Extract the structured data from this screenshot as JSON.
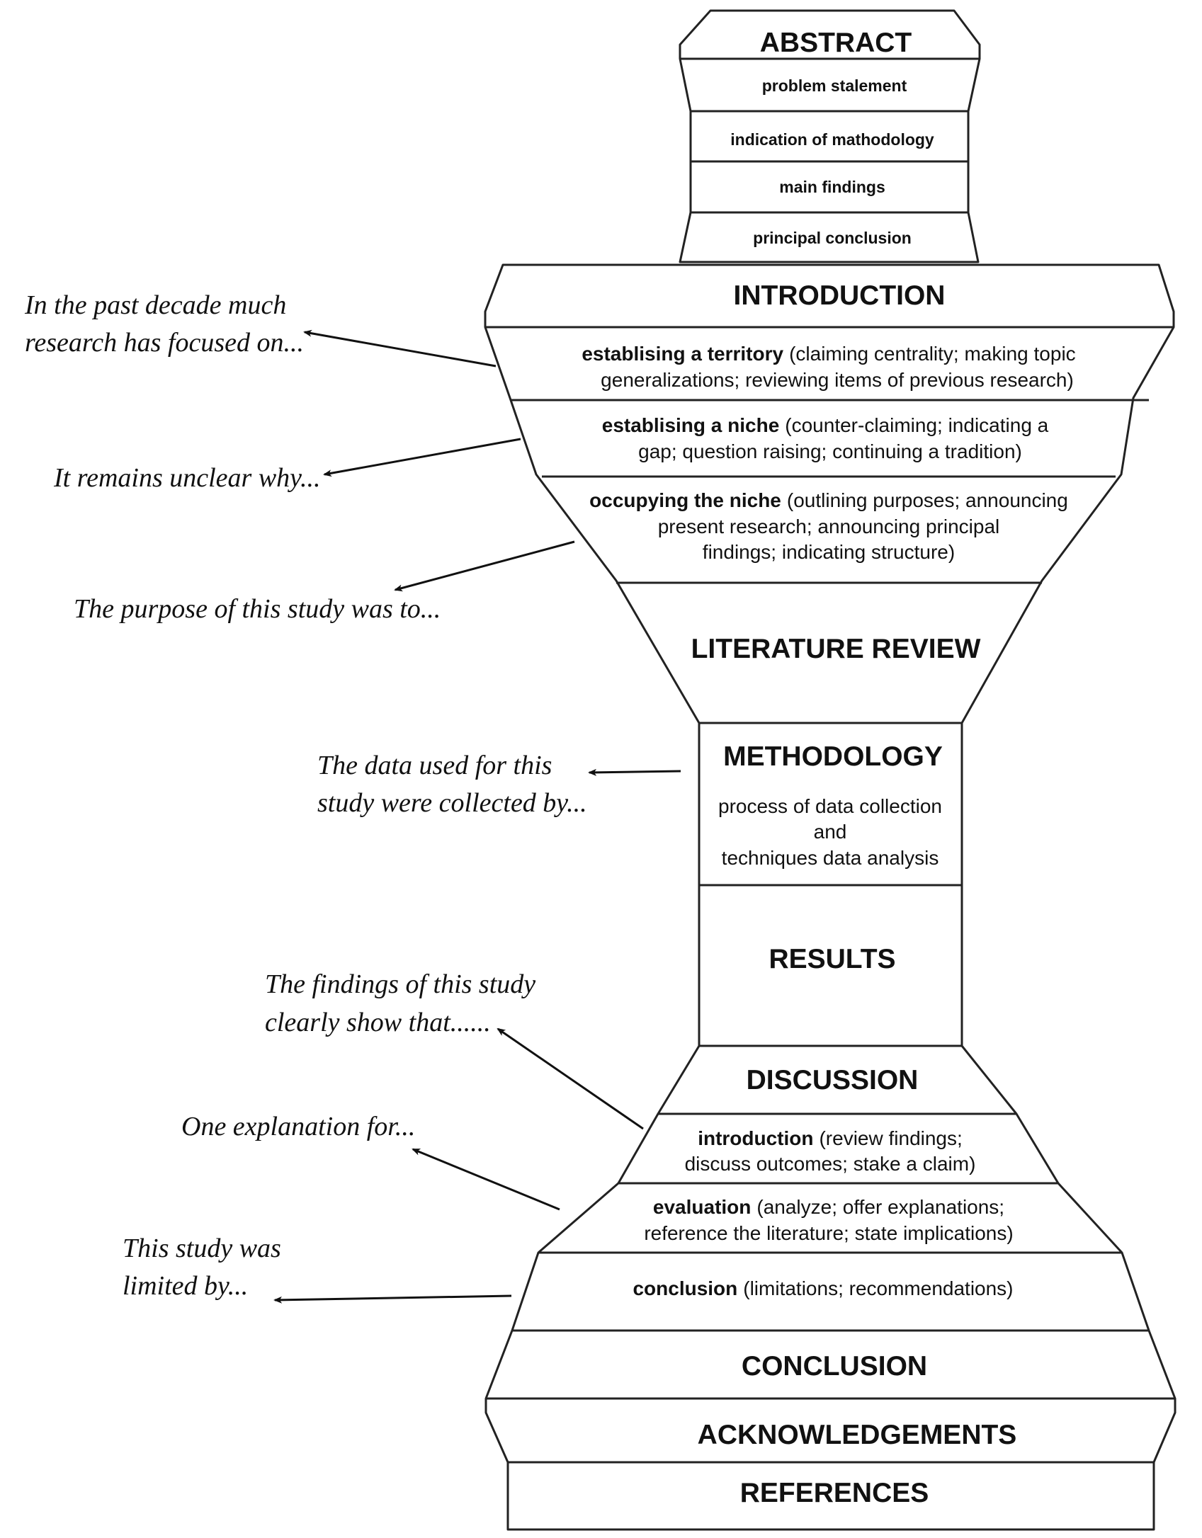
{
  "abstract": {
    "title": "ABSTRACT",
    "items": [
      "problem stalement",
      "indication of mathodology",
      "main findings",
      "principal conclusion"
    ]
  },
  "introduction": {
    "title": "INTRODUCTION",
    "moves": [
      {
        "term": "establising a territory",
        "lines": [
          "(claiming centrality; making topic",
          "generalizations; reviewing items of previous research)"
        ]
      },
      {
        "term": "establising a niche",
        "lines": [
          "(counter-claiming; indicating a",
          "gap; question raising; continuing a tradition)"
        ]
      },
      {
        "term": "occupying the niche",
        "lines": [
          "(outlining purposes; announcing",
          "present research; announcing principal",
          "findings; indicating structure)"
        ]
      }
    ]
  },
  "literature_review": {
    "title": "LITERATURE REVIEW"
  },
  "methodology": {
    "title": "METHODOLOGY",
    "lines": [
      "process of data collection",
      "and",
      "techniques data analysis"
    ]
  },
  "results": {
    "title": "RESULTS"
  },
  "discussion": {
    "title": "DISCUSSION",
    "parts": [
      {
        "term": "introduction",
        "lines": [
          "(review findings;",
          "discuss outcomes; stake a claim)"
        ]
      },
      {
        "term": "evaluation",
        "lines": [
          "(analyze; offer explanations;",
          "reference the literature; state implications)"
        ]
      },
      {
        "term": "conclusion",
        "lines": [
          "(limitations; recommendations)"
        ]
      }
    ]
  },
  "conclusion": {
    "title": "CONCLUSION"
  },
  "acknowledgements": {
    "title": "ACKNOWLEDGEMENTS"
  },
  "references": {
    "title": "REFERENCES"
  },
  "annotations": [
    {
      "lines": [
        "In the past decade much",
        "research has focused on..."
      ]
    },
    {
      "lines": [
        "It remains unclear why..."
      ]
    },
    {
      "lines": [
        "The purpose of this study was to..."
      ]
    },
    {
      "lines": [
        "The data used for this",
        "study were collected by..."
      ]
    },
    {
      "lines": [
        "The findings of this study",
        "clearly show that......"
      ]
    },
    {
      "lines": [
        "One explanation for..."
      ]
    },
    {
      "lines": [
        "This study was",
        "limited by..."
      ]
    }
  ]
}
